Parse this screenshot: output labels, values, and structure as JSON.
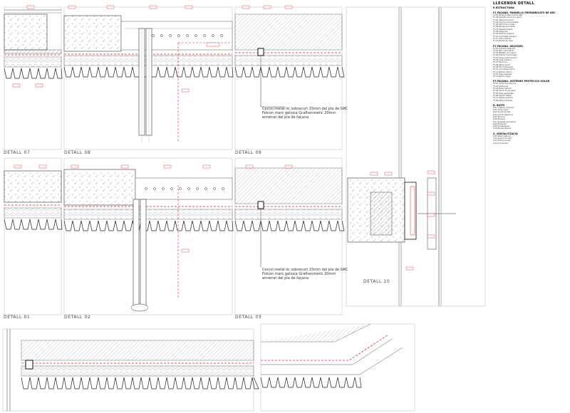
{
  "panels": [
    {
      "id": "d07",
      "label": "DETALL 07"
    },
    {
      "id": "d08",
      "label": "DETALL 08"
    },
    {
      "id": "d09",
      "label": "DETALL 09"
    },
    {
      "id": "d01",
      "label": "DETALL 01"
    },
    {
      "id": "d02",
      "label": "DETALL 02"
    },
    {
      "id": "d03",
      "label": "DETALL 03"
    },
    {
      "id": "d10",
      "label": "DETALL 10"
    }
  ],
  "notes": [
    {
      "id": "note-top",
      "lines": [
        "Cercol metàl·lic sobrecurt 15mm del pla de GRC",
        "Folcon marc gelosia Grafhenmetic 20mm",
        "enretrat del pla de façana"
      ]
    },
    {
      "id": "note-mid",
      "lines": [
        "Cercol metàl·lic sobrecurt 15mm del pla de GRC",
        "Folcon marc gelosia Grafhenmetic 20mm",
        "enretrat del pla de façana"
      ]
    }
  ],
  "legend": {
    "title": "LLEGENDA DETALL",
    "subtitle": "E.ESTRUCTURA",
    "sections": [
      {
        "heading": "F1 FAÇANA. PANNELLS PREFABRICATS DE GRC",
        "items": [
          "F1.01 Panell prefabricat de GRC",
          "F1.02 Subestructura de suport",
          "F1.03 Aïllament tèrmic",
          "F1.04 Làmina impermeable",
          "F1.05 Perfil d'ancoratge",
          "F1.06 Remat perimetral",
          "F1.07 Segellat elàstic",
          "F1.08 Tapajunts",
          "F1.09 Perfil de fusteria",
          "F1.10 Ancoratge mecànic",
          "F1.11 Vidre laminat",
          "F1.12 Remat de xapa"
        ]
      },
      {
        "heading": "F2 FAÇANA. GELOSIES",
        "items": [
          "F2.01 Gelosia metàl·lica",
          "F2.02 Marc perimetral",
          "F2.03 Bastidor de suport",
          "F2.04 Platina d'ancoratge",
          "F2.05 Cargol autoroscant",
          "F2.06 Junta elàstica",
          "F2.07 Perfil en L",
          "F2.08 Reixa d'acer",
          "F2.09 Tub rectangular",
          "F2.10 Ancoratge químic",
          "F2.11 Remat inferior",
          "F2.12 Xapa plegada",
          "F2.13 Perfil omega"
        ]
      },
      {
        "heading": "F3 FAÇANA. SISTEMES PROTECCIÓ SOLAR",
        "items": [
          "F3.01 Lama de protecció",
          "F3.02 Perfil guia",
          "F3.03 Motor elèctric",
          "F3.04 Caixa de persiana",
          "F3.05 Tapa registrable",
          "F3.06 Suport lateral",
          "F3.07 Remat superior",
          "F3.08 Perfil d'acabat"
        ]
      },
      {
        "heading": "R. BUITS",
        "items": [
          "R.01 Fusteria d'alumini",
          "R.02 Vidre doble",
          "R.03 Ampit de GRC",
          "R.04 Llinda metàl·lica",
          "R.05 Brancal",
          "R.06 Premarc",
          "R.07 Segellat perimetral",
          "R.08 Escopidor",
          "R.09 Vierteaigües",
          "R.10 Remat interior"
        ]
      },
      {
        "heading": "S. SENYALITZACIÓ",
        "items": [
          "S.01 Rètol metàl·lic",
          "S.02 Suport de rètol",
          "S.03 Fixació oculta",
          "S.04 Il·luminació"
        ]
      }
    ]
  }
}
